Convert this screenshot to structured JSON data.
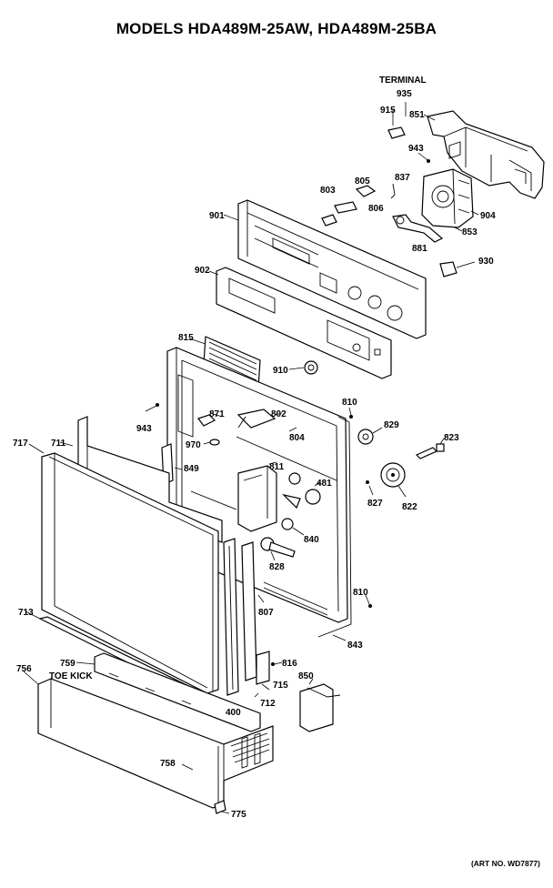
{
  "title": "MODELS HDA489M-25AW, HDA489M-25BA",
  "art_no": "(ART NO. WD7877)",
  "annotations": {
    "terminal": "TERMINAL",
    "toe_kick": "TOE KICK"
  },
  "parts": [
    {
      "id": "p935",
      "label": "935"
    },
    {
      "id": "p915",
      "label": "915"
    },
    {
      "id": "p851",
      "label": "851"
    },
    {
      "id": "p943a",
      "label": "943"
    },
    {
      "id": "p837",
      "label": "837"
    },
    {
      "id": "p805",
      "label": "805"
    },
    {
      "id": "p803",
      "label": "803"
    },
    {
      "id": "p806",
      "label": "806"
    },
    {
      "id": "p901",
      "label": "901"
    },
    {
      "id": "p904",
      "label": "904"
    },
    {
      "id": "p853",
      "label": "853"
    },
    {
      "id": "p881",
      "label": "881"
    },
    {
      "id": "p930",
      "label": "930"
    },
    {
      "id": "p902",
      "label": "902"
    },
    {
      "id": "p815",
      "label": "815"
    },
    {
      "id": "p910",
      "label": "910"
    },
    {
      "id": "p810a",
      "label": "810"
    },
    {
      "id": "p943b",
      "label": "943"
    },
    {
      "id": "p871",
      "label": "871"
    },
    {
      "id": "p802",
      "label": "802"
    },
    {
      "id": "p829",
      "label": "829"
    },
    {
      "id": "p804",
      "label": "804"
    },
    {
      "id": "p823",
      "label": "823"
    },
    {
      "id": "p970",
      "label": "970"
    },
    {
      "id": "p717",
      "label": "717"
    },
    {
      "id": "p711",
      "label": "711"
    },
    {
      "id": "p849",
      "label": "849"
    },
    {
      "id": "p811",
      "label": "811"
    },
    {
      "id": "p481",
      "label": "481"
    },
    {
      "id": "p827",
      "label": "827"
    },
    {
      "id": "p822",
      "label": "822"
    },
    {
      "id": "p840",
      "label": "840"
    },
    {
      "id": "p828",
      "label": "828"
    },
    {
      "id": "p810b",
      "label": "810"
    },
    {
      "id": "p807",
      "label": "807"
    },
    {
      "id": "p713",
      "label": "713"
    },
    {
      "id": "p843",
      "label": "843"
    },
    {
      "id": "p816",
      "label": "816"
    },
    {
      "id": "p759",
      "label": "759"
    },
    {
      "id": "p756",
      "label": "756"
    },
    {
      "id": "p715",
      "label": "715"
    },
    {
      "id": "p850",
      "label": "850"
    },
    {
      "id": "p712",
      "label": "712"
    },
    {
      "id": "p400",
      "label": "400"
    },
    {
      "id": "p758",
      "label": "758"
    },
    {
      "id": "p775",
      "label": "775"
    }
  ]
}
